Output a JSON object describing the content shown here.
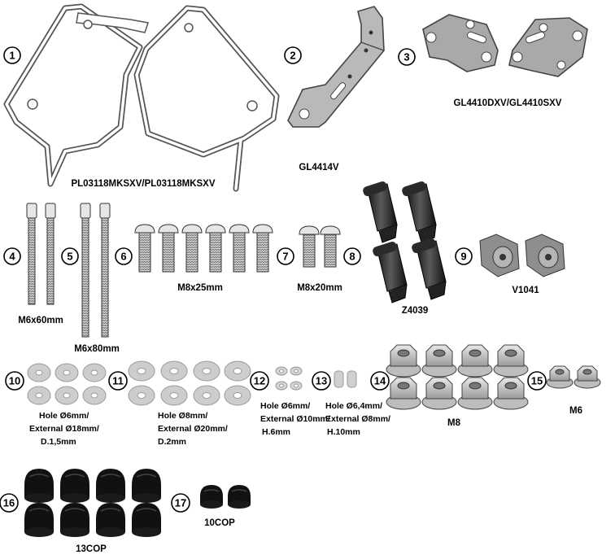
{
  "items": [
    {
      "num": "1",
      "label": "PL03118MKSXV/PL03118MKSXV"
    },
    {
      "num": "2",
      "label": "GL4414V"
    },
    {
      "num": "3",
      "label": "GL4410DXV/GL4410SXV"
    },
    {
      "num": "4",
      "label": "M6x60mm"
    },
    {
      "num": "5",
      "label": "M6x80mm"
    },
    {
      "num": "6",
      "label": "M8x25mm"
    },
    {
      "num": "7",
      "label": "M8x20mm"
    },
    {
      "num": "8",
      "label": "Z4039"
    },
    {
      "num": "9",
      "label": "V1041"
    },
    {
      "num": "10",
      "label_lines": [
        "Hole Ø6mm/",
        "External Ø18mm/",
        "D.1,5mm"
      ]
    },
    {
      "num": "11",
      "label_lines": [
        "Hole Ø8mm/",
        "External Ø20mm/",
        "D.2mm"
      ]
    },
    {
      "num": "12",
      "label_lines": [
        "Hole Ø6mm/",
        "External Ø10mm/",
        "H.6mm"
      ]
    },
    {
      "num": "13",
      "label_lines": [
        "Hole Ø6,4mm/",
        "External Ø8mm/",
        "H.10mm"
      ]
    },
    {
      "num": "14",
      "label": "M8"
    },
    {
      "num": "15",
      "label": "M6"
    },
    {
      "num": "16",
      "label": "13COP"
    },
    {
      "num": "17",
      "label": "10COP"
    }
  ]
}
